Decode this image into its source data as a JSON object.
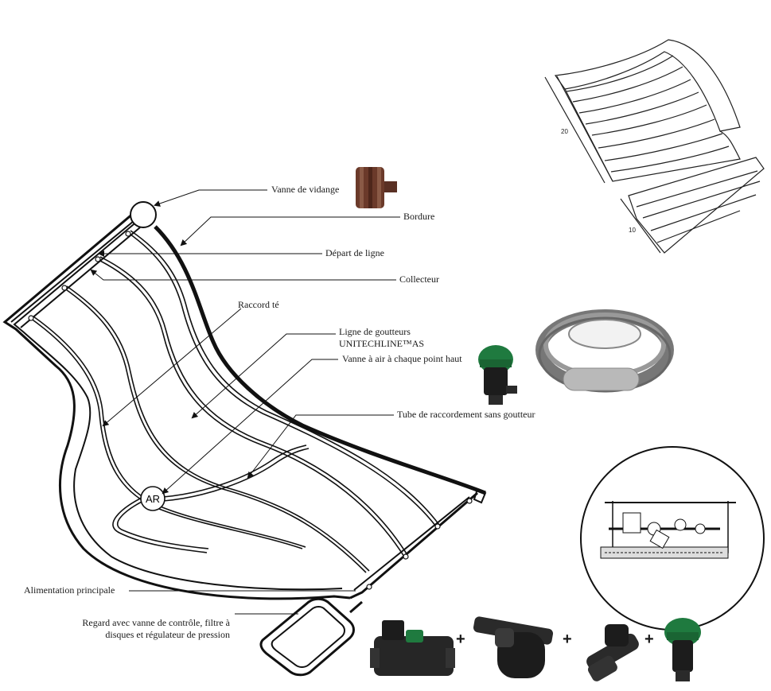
{
  "labels": {
    "vanne_vidange": "Vanne de vidange",
    "bordure": "Bordure",
    "depart_ligne": "Départ de ligne",
    "collecteur": "Collecteur",
    "raccord_te": "Raccord té",
    "ligne_goutteurs_1": "Ligne de goutteurs",
    "ligne_goutteurs_2": "UNITECHLINE™AS",
    "vanne_air": "Vanne à air à chaque point haut",
    "tube_raccordement": "Tube de raccordement sans goutteur",
    "alimentation": "Alimentation principale",
    "regard_1": "Regard avec vanne de contrôle, filtre à",
    "regard_2": "disques et régulateur de pression",
    "ar": "AR"
  },
  "slope_dims": {
    "upper": "20",
    "lower": "10"
  },
  "plus_signs": [
    "+",
    "+",
    "+"
  ],
  "colors": {
    "line": "#111111",
    "valve_green": "#1f7a3f",
    "valve_dark": "#1c1c1c",
    "pipe_gray": "#8a8a8a",
    "drain_brown": "#6b3a2a"
  }
}
